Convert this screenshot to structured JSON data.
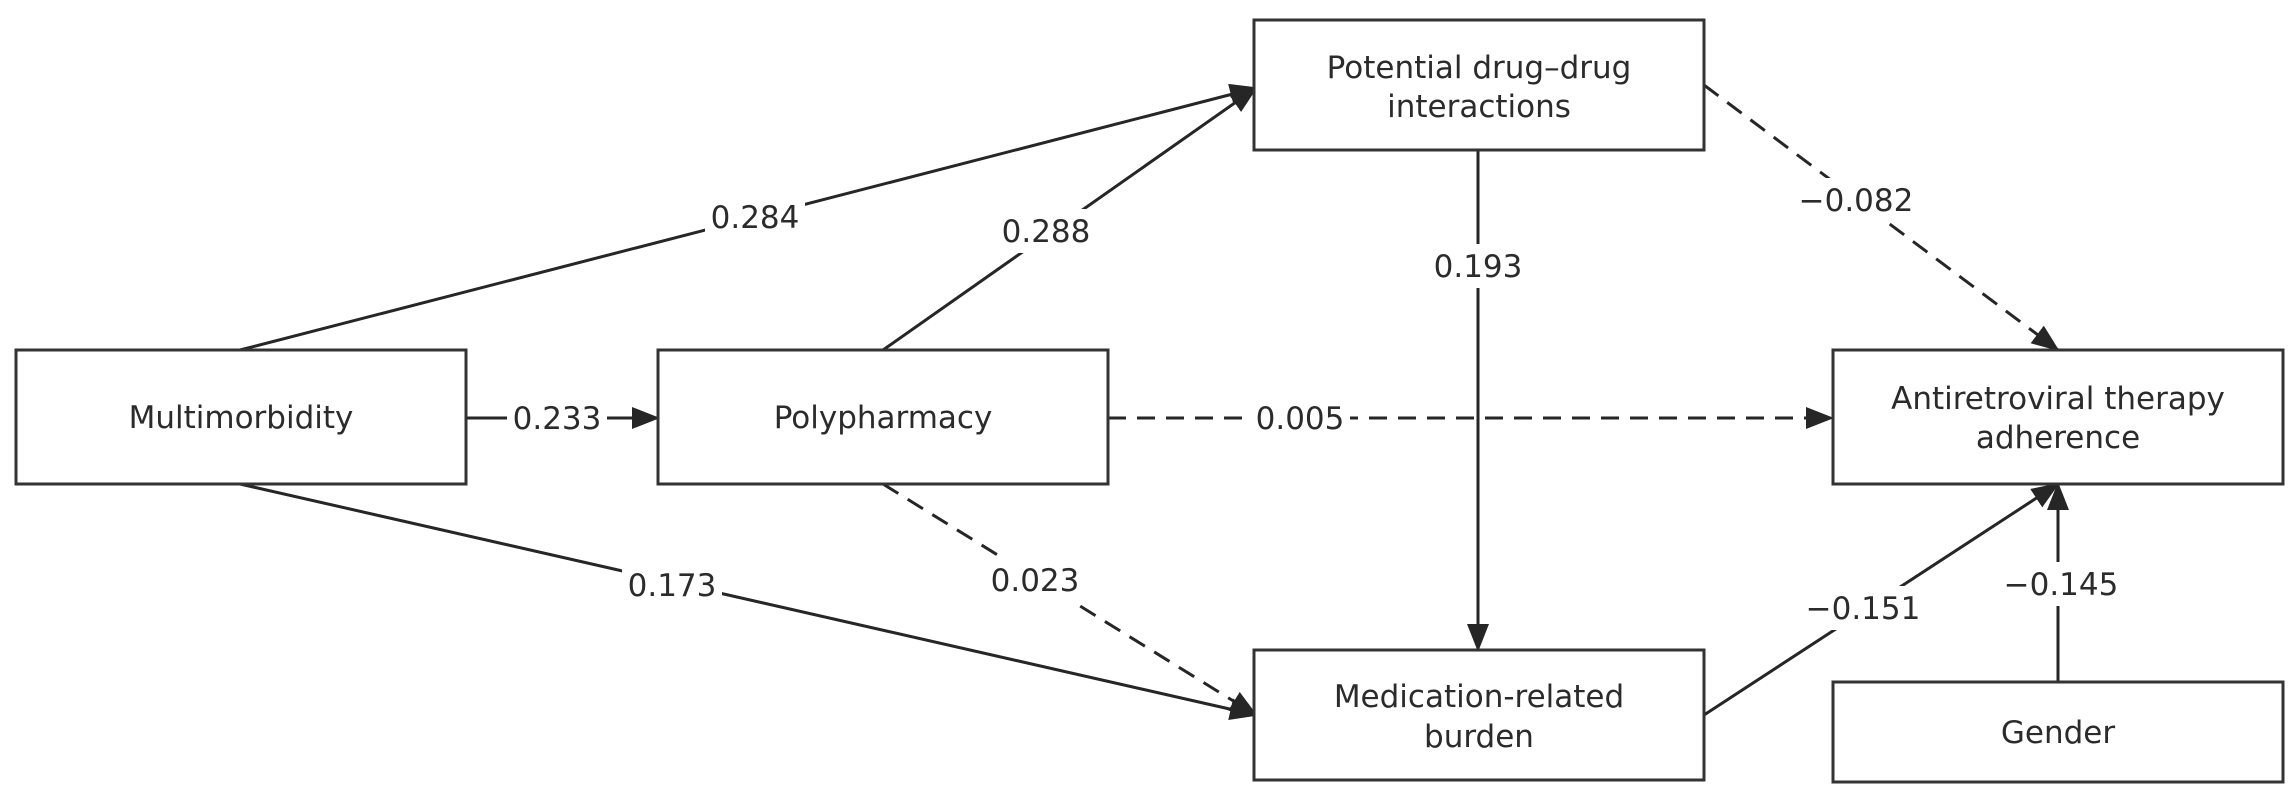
{
  "nodes": {
    "multimorbidity": {
      "label_lines": [
        "Multimorbidity"
      ]
    },
    "polypharmacy": {
      "label_lines": [
        "Polypharmacy"
      ]
    },
    "pddi": {
      "label_lines": [
        "Potential drug–drug",
        "interactions"
      ]
    },
    "burden": {
      "label_lines": [
        "Medication-related",
        "burden"
      ]
    },
    "adherence": {
      "label_lines": [
        "Antiretroviral therapy",
        "adherence"
      ]
    },
    "gender": {
      "label_lines": [
        "Gender"
      ]
    }
  },
  "edges": {
    "multimorbidity_pddi": {
      "from": "Multimorbidity",
      "to": "Potential drug–drug interactions",
      "coef": "0.284",
      "style": "solid"
    },
    "polypharmacy_pddi": {
      "from": "Polypharmacy",
      "to": "Potential drug–drug interactions",
      "coef": "0.288",
      "style": "solid"
    },
    "multimorbidity_polypharmacy": {
      "from": "Multimorbidity",
      "to": "Polypharmacy",
      "coef": "0.233",
      "style": "solid"
    },
    "polypharmacy_adherence": {
      "from": "Polypharmacy",
      "to": "Antiretroviral therapy adherence",
      "coef": "0.005",
      "style": "dashed"
    },
    "pddi_burden": {
      "from": "Potential drug–drug interactions",
      "to": "Medication-related burden",
      "coef": "0.193",
      "style": "solid"
    },
    "pddi_adherence": {
      "from": "Potential drug–drug interactions",
      "to": "Antiretroviral therapy adherence",
      "coef": "−0.082",
      "style": "dashed"
    },
    "multimorbidity_burden": {
      "from": "Multimorbidity",
      "to": "Medication-related burden",
      "coef": "0.173",
      "style": "solid"
    },
    "polypharmacy_burden": {
      "from": "Polypharmacy",
      "to": "Medication-related burden",
      "coef": "0.023",
      "style": "dashed"
    },
    "burden_adherence": {
      "from": "Medication-related burden",
      "to": "Antiretroviral therapy adherence",
      "coef": "−0.151",
      "style": "solid"
    },
    "gender_adherence": {
      "from": "Gender",
      "to": "Antiretroviral therapy adherence",
      "coef": "−0.145",
      "style": "solid"
    }
  }
}
